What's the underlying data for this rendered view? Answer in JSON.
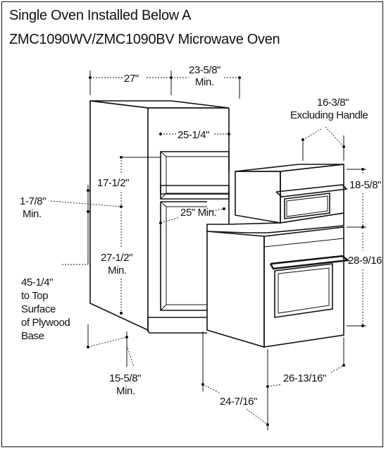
{
  "title": {
    "line1": "Single Oven Installed Below A",
    "line2": "ZMC1090WV/ZMC1090BV Microwave Oven"
  },
  "dimensions": {
    "cabinet_width": "27\"",
    "cutout_width_value": "23-5/8\"",
    "cutout_width_note": "Min.",
    "inner_width": "25-1/4\"",
    "microwave_depth_value": "16-3/8\"",
    "microwave_depth_note": "Excluding Handle",
    "microwave_opening_height": "17-1/2\"",
    "microwave_height": "18-5/8\"",
    "gap_value": "1-7/8\"",
    "gap_note": "Min.",
    "shelf_depth": "25\" Min.",
    "oven_opening_value": "27-1/2\"",
    "oven_opening_note": "Min.",
    "oven_height": "28-9/16",
    "floor_line1": "45-1/4\"",
    "floor_line2": "to Top",
    "floor_line3": "Surface",
    "floor_line4": "of Plywood",
    "floor_line5": "Base",
    "base_value": "15-5/8\"",
    "base_note": "Min.",
    "oven_width": "26-13/16\"",
    "oven_depth": "24-7/16\""
  }
}
